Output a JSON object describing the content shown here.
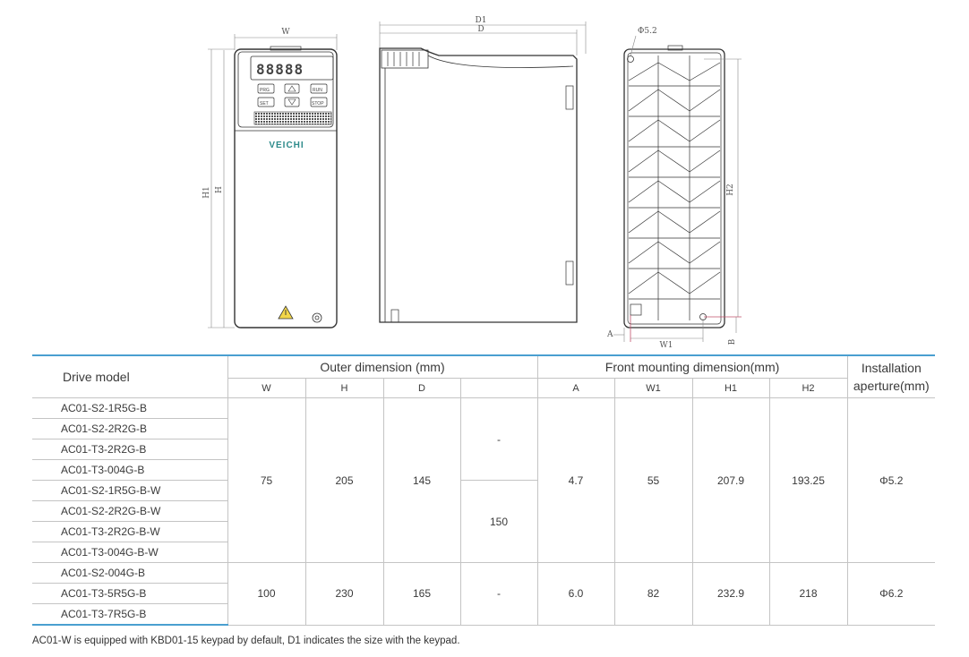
{
  "drawing": {
    "front_view": {
      "label_w": "W",
      "label_h1": "H1",
      "label_h": "H",
      "brand": "VEICHI",
      "keys": [
        "PRG",
        "RUN",
        "SET",
        "STOP"
      ]
    },
    "side_view": {
      "label_d1": "D1",
      "label_d": "D"
    },
    "back_view": {
      "label_hole": "Φ5.2",
      "label_h2": "H2",
      "label_w1": "W1",
      "label_a": "A",
      "label_b": "B"
    }
  },
  "table": {
    "header": {
      "drive_model": "Drive model",
      "outer_group": "Outer dimension (mm)",
      "front_group": "Front mounting dimension(mm)",
      "installation_line1": "Installation",
      "installation_line2": "aperture(mm)",
      "cols": {
        "w": "W",
        "h": "H",
        "d": "D",
        "a": "A",
        "w1": "W1",
        "h1": "H1",
        "h2": "H2"
      }
    },
    "group1": {
      "models": [
        "AC01-S2-1R5G-B",
        "AC01-S2-2R2G-B",
        "AC01-T3-2R2G-B",
        "AC01-T3-004G-B",
        "AC01-S2-1R5G-B-W",
        "AC01-S2-2R2G-B-W",
        "AC01-T3-2R2G-B-W",
        "AC01-T3-004G-B-W"
      ],
      "w": "75",
      "h": "205",
      "d": "145",
      "d1_top": "-",
      "d1_bottom": "150",
      "a": "4.7",
      "w1": "55",
      "h1": "207.9",
      "h2": "193.25",
      "aperture": "Φ5.2"
    },
    "group2": {
      "models": [
        "AC01-S2-004G-B",
        "AC01-T3-5R5G-B",
        "AC01-T3-7R5G-B"
      ],
      "w": "100",
      "h": "230",
      "d": "165",
      "d1": "-",
      "a": "6.0",
      "w1": "82",
      "h1": "232.9",
      "h2": "218",
      "aperture": "Φ6.2"
    }
  },
  "footnote": "AC01-W is equipped with KBD01-15 keypad by default, D1 indicates the size with the keypad."
}
